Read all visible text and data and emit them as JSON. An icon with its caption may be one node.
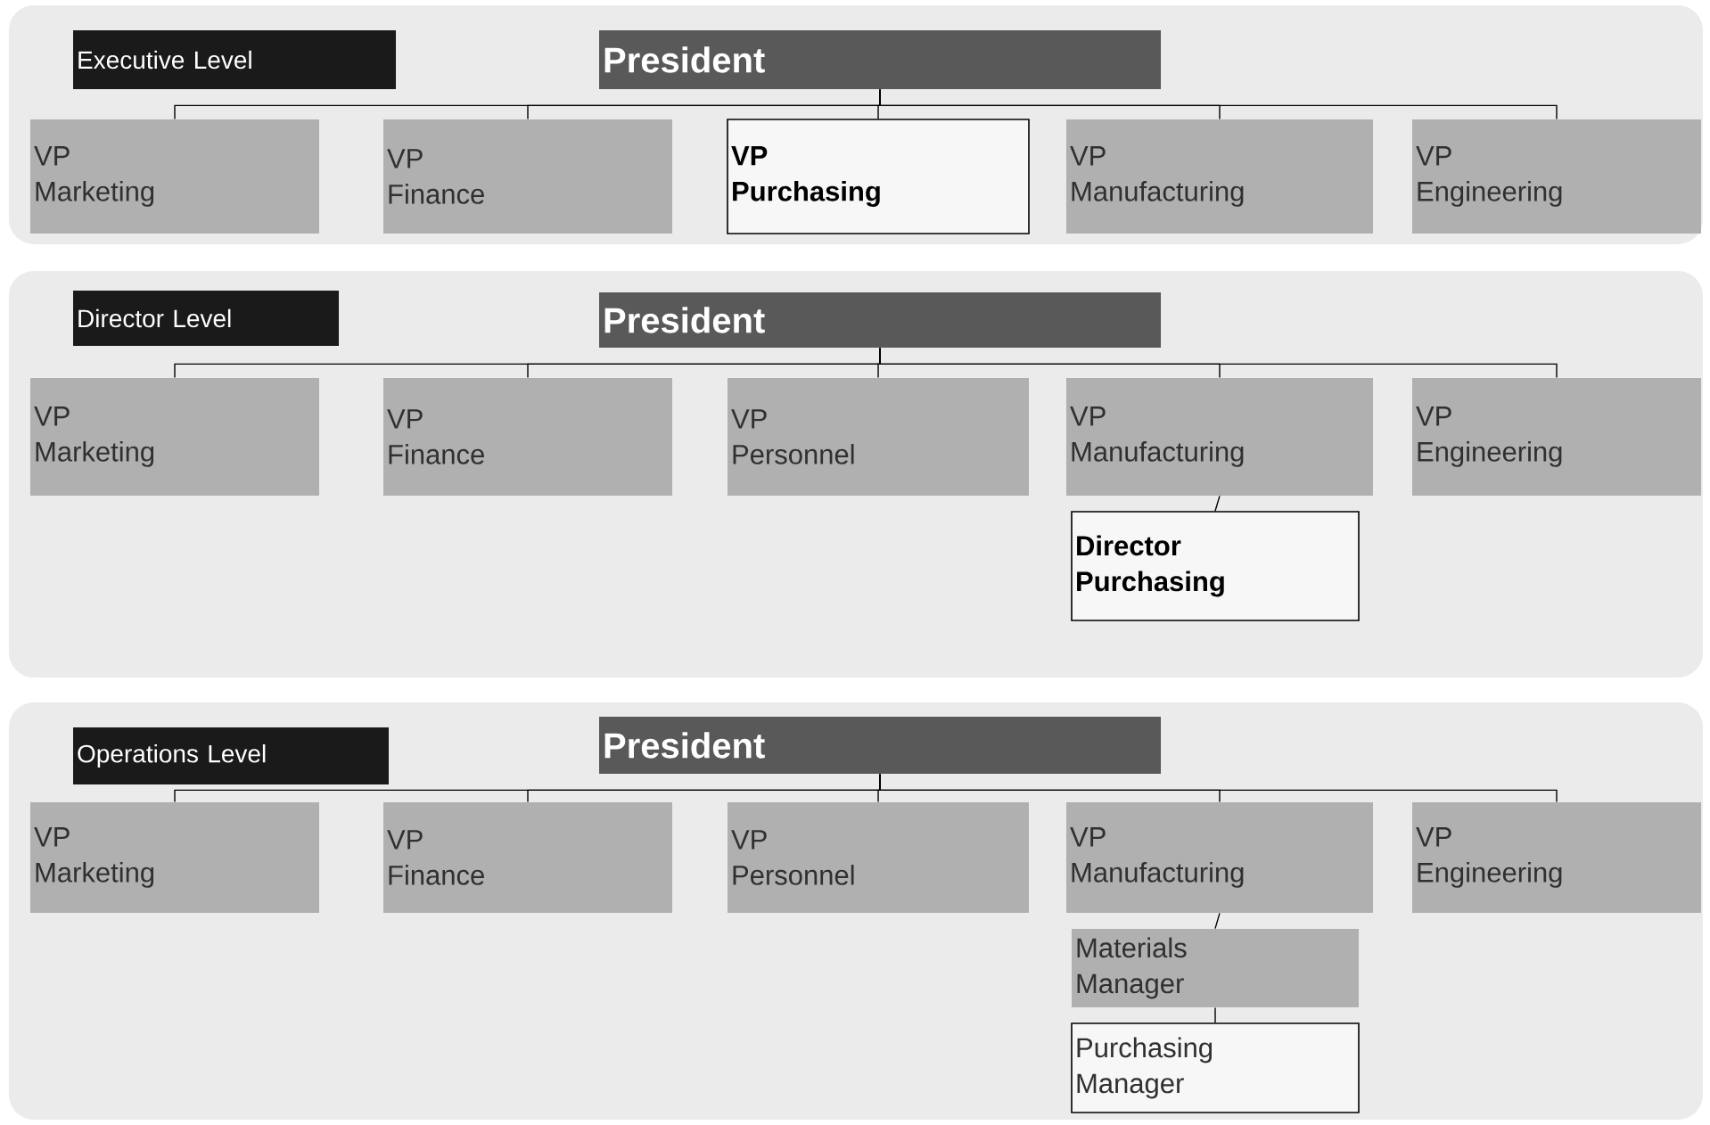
{
  "diagram": {
    "nodes": [
      {
        "text": [],
        "shape": "box"
      },
      {
        "text": [
          "Executive Level"
        ],
        "in": 0
      },
      {
        "text": [
          "President"
        ],
        "in": 0
      },
      {
        "text": [
          "VP Marketing"
        ],
        "in": 0
      },
      {
        "text": [
          "VP Finance"
        ],
        "in": 0
      },
      {
        "text": [
          "VP Purchasing"
        ],
        "in": 0
      },
      {
        "text": [
          "VP Manufacturing"
        ],
        "in": 0
      },
      {
        "text": [
          "VP Engineering"
        ],
        "in": 0
      },
      {
        "text": [],
        "shape": "box"
      },
      {
        "text": [
          "Director Level"
        ],
        "in": 8
      },
      {
        "text": [
          "President"
        ],
        "in": 8
      },
      {
        "text": [
          "VP Marketing"
        ],
        "in": 8
      },
      {
        "text": [
          "VP Finance"
        ],
        "in": 8
      },
      {
        "text": [
          "VP Personnel"
        ],
        "in": 8
      },
      {
        "text": [
          "VP Manufacturing"
        ],
        "in": 8
      },
      {
        "text": [
          "VP Engineering"
        ],
        "in": 8
      },
      {
        "text": [
          "Director Purchasing"
        ],
        "in": 8
      },
      {
        "text": [],
        "shape": "box"
      },
      {
        "text": [
          "Operations Level"
        ],
        "in": 17
      },
      {
        "text": [
          "President"
        ],
        "in": 17
      },
      {
        "text": [
          "VP Marketing"
        ],
        "in": 17
      },
      {
        "text": [
          "VP Finance"
        ],
        "in": 17
      },
      {
        "text": [
          "VP Personnel"
        ],
        "in": 17
      },
      {
        "text": [
          "VP Manufacturing"
        ],
        "in": 17
      },
      {
        "text": [
          "VP Engineering"
        ],
        "in": 17
      },
      {
        "text": [
          "Materials Manager"
        ],
        "in": 17
      },
      {
        "text": [
          "Purchasing Manager"
        ],
        "in": 17
      }
    ],
    "edges": [
      {
        "from": 2,
        "to": 3,
        "arrow": "none"
      },
      {
        "from": 2,
        "to": 4,
        "arrow": "none"
      },
      {
        "from": 2,
        "to": 5,
        "arrow": "none"
      },
      {
        "from": 2,
        "to": 6,
        "arrow": "none"
      },
      {
        "from": 2,
        "to": 7,
        "arrow": "none"
      },
      {
        "from": 10,
        "to": 11,
        "arrow": "none"
      },
      {
        "from": 10,
        "to": 12,
        "arrow": "none"
      },
      {
        "from": 10,
        "to": 13,
        "arrow": "none"
      },
      {
        "from": 10,
        "to": 14,
        "arrow": "none"
      },
      {
        "from": 10,
        "to": 15,
        "arrow": "none"
      },
      {
        "from": 14,
        "to": 16,
        "arrow": "none"
      },
      {
        "from": 19,
        "to": 20,
        "arrow": "none"
      },
      {
        "from": 19,
        "to": 21,
        "arrow": "none"
      },
      {
        "from": 19,
        "to": 22,
        "arrow": "none"
      },
      {
        "from": 19,
        "to": 23,
        "arrow": "none"
      },
      {
        "from": 19,
        "to": 24,
        "arrow": "none"
      },
      {
        "from": 23,
        "to": 25,
        "arrow": "none"
      },
      {
        "from": 25,
        "to": 26,
        "arrow": "none"
      }
    ]
  }
}
